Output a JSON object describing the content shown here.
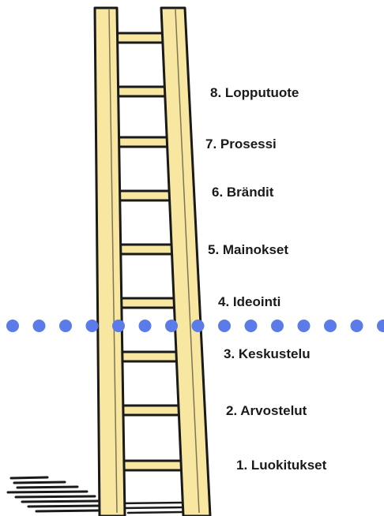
{
  "steps": [
    {
      "label": "1. Luokitukset"
    },
    {
      "label": "2. Arvostelut"
    },
    {
      "label": "3. Keskustelu"
    },
    {
      "label": "4. Ideointi"
    },
    {
      "label": "5. Mainokset"
    },
    {
      "label": "6. Brändit"
    },
    {
      "label": "7. Prosessi"
    },
    {
      "label": "8. Lopputuote"
    }
  ],
  "colors": {
    "ladder_wood": "#f7e7a1",
    "ladder_outline": "#1a1a1a",
    "divider_dots": "#5b7be8",
    "label_text": "#1a1a1a"
  }
}
